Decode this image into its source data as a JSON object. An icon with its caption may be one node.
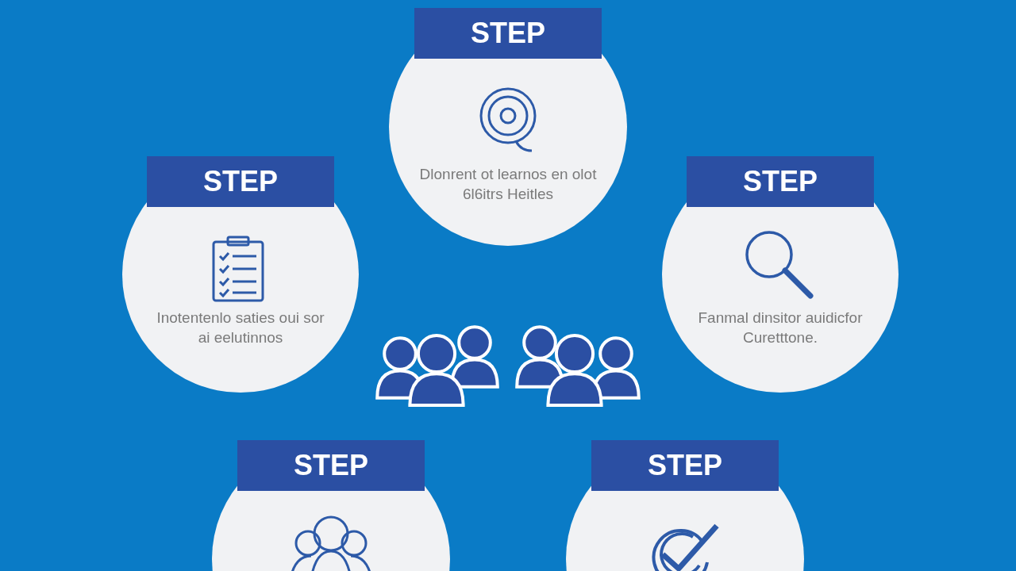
{
  "diagram": {
    "nodes": [
      {
        "text": [
          "STEP",
          "Dlonrent ot learnos en olot 6l6itrs Heitles"
        ]
      },
      {
        "text": [
          "STEP",
          "Inotentenlo saties oui sor ai eelutinnos"
        ]
      },
      {
        "text": [
          "STEP",
          "Fanmal dinsitor auidicfor Curetttone."
        ]
      },
      {
        "text": [
          "STEP"
        ]
      },
      {
        "text": [
          "STEP"
        ]
      }
    ],
    "edges": []
  }
}
